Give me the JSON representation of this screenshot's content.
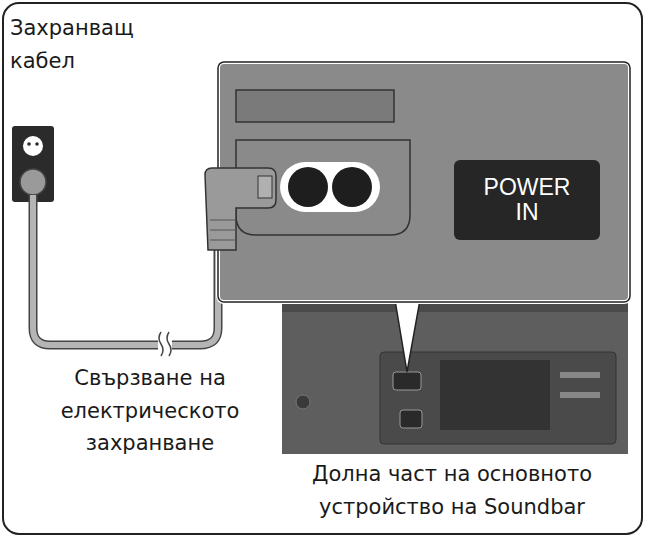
{
  "diagram": {
    "nodes": [
      {
        "text": [
          "POWER IN"
        ]
      }
    ],
    "labels": [
      "Захранващ кабел",
      "Свързване на електрическото захранване",
      "Долна част на основното устройство на Soundbar"
    ]
  }
}
